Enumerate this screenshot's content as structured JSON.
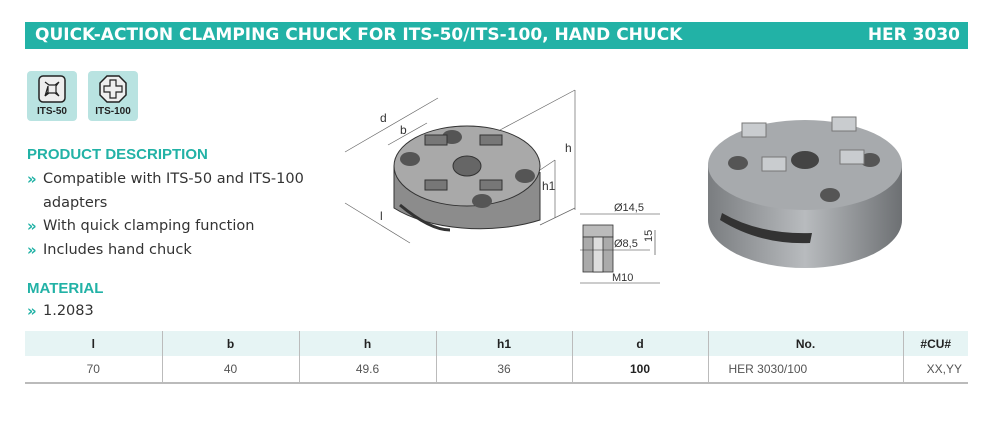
{
  "header": {
    "title": "QUICK-ACTION CLAMPING CHUCK FOR ITS-50/ITS-100, HAND CHUCK",
    "code": "HER 3030",
    "color": "#22b2a6"
  },
  "badges": [
    {
      "label": "ITS-50",
      "icon": "its50-icon"
    },
    {
      "label": "ITS-100",
      "icon": "its100-icon"
    }
  ],
  "description": {
    "heading": "PRODUCT DESCRIPTION",
    "bullet": "»",
    "items": [
      "Compatible with ITS-50 and ITS-100 adapters",
      "With quick clamping function",
      "Includes hand chuck"
    ]
  },
  "material": {
    "heading": "MATERIAL",
    "items": [
      "1.2083"
    ]
  },
  "drawing": {
    "labels": {
      "d": "d",
      "b": "b",
      "h": "h",
      "h1": "h1",
      "l": "l",
      "dia1": "Ø14,5",
      "dia2": "Ø8,5",
      "depth": "15",
      "thread": "M10"
    }
  },
  "table": {
    "headers": [
      "l",
      "b",
      "h",
      "h1",
      "d",
      "No.",
      "#CU#"
    ],
    "rows": [
      [
        "70",
        "40",
        "49.6",
        "36",
        "100",
        "HER 3030/100",
        "XX,YY"
      ]
    ]
  }
}
